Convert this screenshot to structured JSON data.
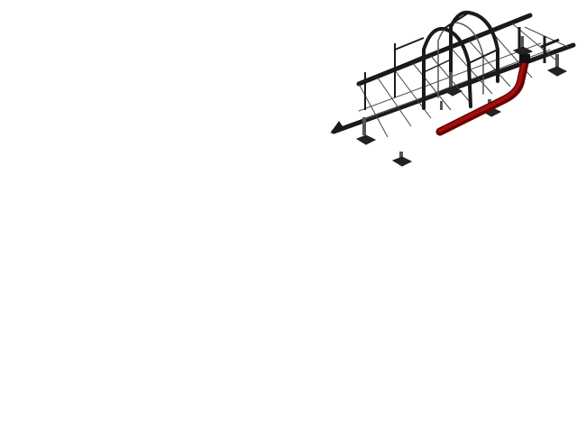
{
  "scene": {
    "description_visible_text": "",
    "colors": {
      "background": "#ffffff",
      "frame": "#1a1a1a",
      "frame_light": "#6a6a6a",
      "pipe": "#7a0000",
      "pipe_highlight": "#b01010",
      "base_plate": "#222222"
    },
    "elements": [
      "steel-frame",
      "arch-ribs",
      "cross-beams",
      "support-legs",
      "red-pipe"
    ]
  }
}
